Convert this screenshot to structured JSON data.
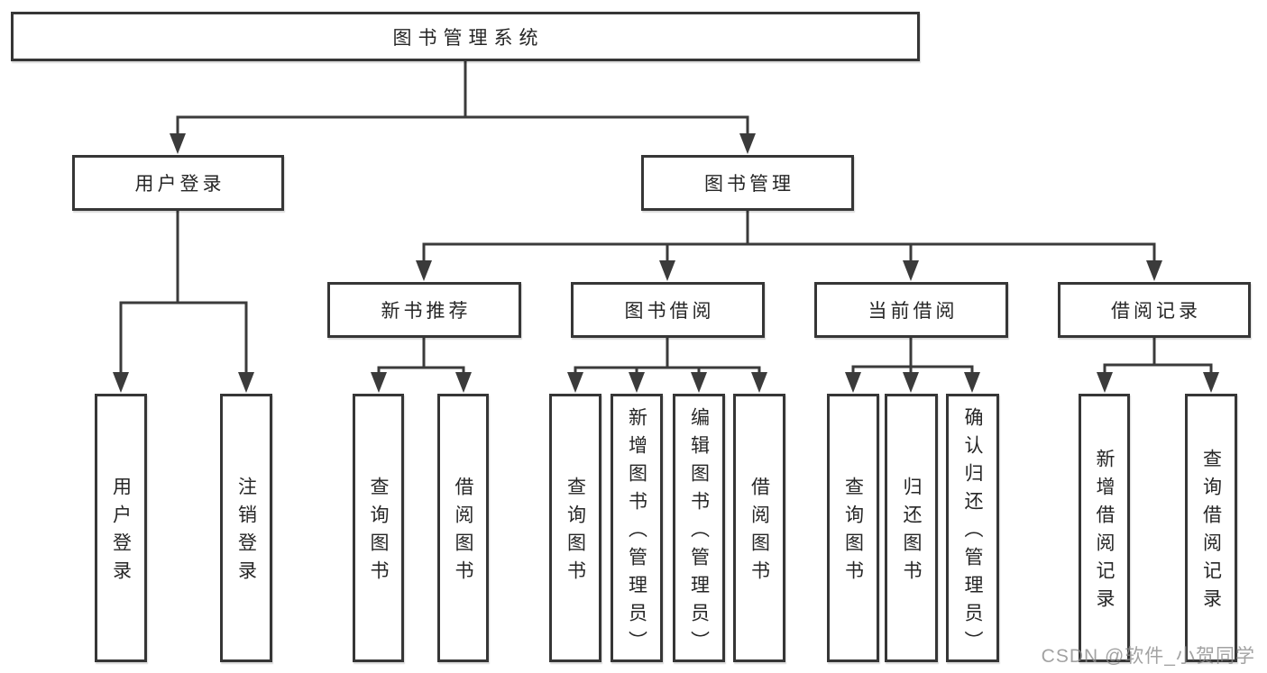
{
  "diagram": {
    "root": {
      "label": "图书管理系统"
    },
    "branches": [
      {
        "label": "用户登录",
        "children": [
          {
            "label": "用户登录"
          },
          {
            "label": "注销登录"
          }
        ]
      },
      {
        "label": "图书管理",
        "children": [
          {
            "label": "新书推荐",
            "children": [
              {
                "label": "查询图书"
              },
              {
                "label": "借阅图书"
              }
            ]
          },
          {
            "label": "图书借阅",
            "children": [
              {
                "label": "查询图书"
              },
              {
                "label": "新增图书（管理员）"
              },
              {
                "label": "编辑图书（管理员）"
              },
              {
                "label": "借阅图书"
              }
            ]
          },
          {
            "label": "当前借阅",
            "children": [
              {
                "label": "查询图书"
              },
              {
                "label": "归还图书"
              },
              {
                "label": "确认归还（管理员）"
              }
            ]
          },
          {
            "label": "借阅记录",
            "children": [
              {
                "label": "新增借阅记录"
              },
              {
                "label": "查询借阅记录"
              }
            ]
          }
        ]
      }
    ]
  },
  "watermark": {
    "text": "CSDN @软件_小贺同学"
  },
  "colors": {
    "border": "#363636",
    "line": "#3b3b3b",
    "text": "#262626",
    "background": "#ffffff",
    "watermark": "#8c8c8c"
  }
}
